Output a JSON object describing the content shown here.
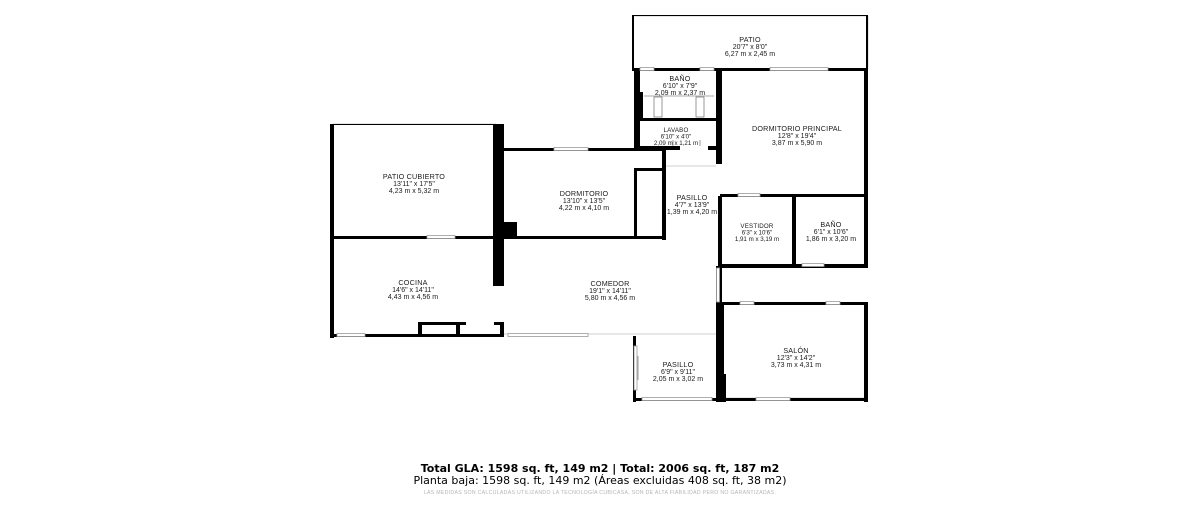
{
  "rooms": {
    "patio": {
      "name": "PATIO",
      "imperial": "20'7\" x 8'0\"",
      "metric": "6,27 m x 2,45 m"
    },
    "bano1": {
      "name": "BAÑO",
      "imperial": "6'10\" x 7'9\"",
      "metric": "2,09 m x 2,37 m"
    },
    "lavabo": {
      "name": "LAVABO",
      "imperial": "6'10\" x 4'0\"",
      "metric": "2,09 m x 1,21 m"
    },
    "dormitorio_principal": {
      "name": "DORMITORIO PRINCIPAL",
      "imperial": "12'8\" x 19'4\"",
      "metric": "3,87 m x 5,90 m"
    },
    "patio_cubierto": {
      "name": "PATIO CUBIERTO",
      "imperial": "13'11\" x 17'5\"",
      "metric": "4,23 m x 5,32 m"
    },
    "dormitorio": {
      "name": "DORMITORIO",
      "imperial": "13'10\" x 13'5\"",
      "metric": "4,22 m x 4,10 m"
    },
    "pasillo1": {
      "name": "PASILLO",
      "imperial": "4'7\" x 13'9\"",
      "metric": "1,39 m x 4,20 m"
    },
    "vestidor": {
      "name": "VESTIDOR",
      "imperial": "6'3\" x 10'6\"",
      "metric": "1,91 m x 3,19 m"
    },
    "bano2": {
      "name": "BAÑO",
      "imperial": "6'1\" x 10'6\"",
      "metric": "1,86 m x 3,20 m"
    },
    "cocina": {
      "name": "COCINA",
      "imperial": "14'6\" x 14'11\"",
      "metric": "4,43 m x 4,56 m"
    },
    "comedor": {
      "name": "COMEDOR",
      "imperial": "19'1\" x 14'11\"",
      "metric": "5,80 m x 4,56 m"
    },
    "salon": {
      "name": "SALÓN",
      "imperial": "12'3\" x 14'2\"",
      "metric": "3,73 m x 4,31 m"
    },
    "pasillo2": {
      "name": "PASILLO",
      "imperial": "6'9\" x 9'11\"",
      "metric": "2,05 m x 3,02 m"
    }
  },
  "footer": {
    "totals": "Total GLA: 1598 sq. ft, 149 m2 | Total: 2006 sq. ft, 187 m2",
    "floor": "Planta baja: 1598 sq. ft, 149 m2 (Áreas excluidas 408 sq. ft, 38 m2)",
    "disclaimer": "LAS MEDIDAS SON CALCULADAS UTILIZANDO LA TECNOLOGÍA CUBICASA, SON DE ALTA FIABILIDAD PERO NO GARANTIZADAS."
  },
  "colors": {
    "wall": "#000000",
    "background": "#ffffff"
  }
}
